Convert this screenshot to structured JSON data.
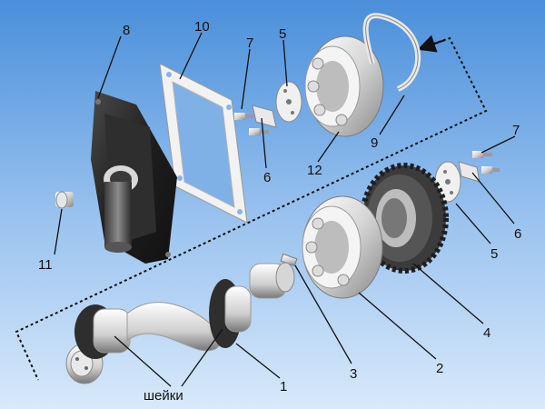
{
  "colors": {
    "bg_top": "#4f93db",
    "bg_bottom": "#cfe3f8",
    "metal_light": "#f4f4f4",
    "metal_mid": "#c9c9c9",
    "metal_dark": "#6f6f6f",
    "housing": "#2a2a2a"
  },
  "labels": {
    "crankshaft": "1",
    "bearing_front": "2",
    "key": "3",
    "gear": "4",
    "washer_front": "5",
    "washer_rear": "5",
    "lock_plate_front": "6",
    "lock_plate_rear": "6",
    "bolts_rear": "7",
    "bolts_front": "7",
    "housing": "8",
    "retaining_ring": "9",
    "gasket": "10",
    "plug": "11",
    "bearing_rear": "12",
    "journals": "шейки"
  }
}
